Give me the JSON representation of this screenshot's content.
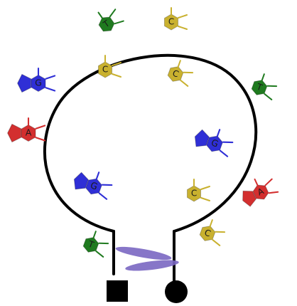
{
  "colors": {
    "background": "#ffffff",
    "loop_stroke": "#000000",
    "T": "#1f7a1f",
    "C": "#c9b12f",
    "G": "#2f2fd6",
    "A": "#d32f2f",
    "helix": "#7a67c2",
    "quencher": "#000000",
    "fluorophore": "#000000"
  },
  "bases": [
    {
      "letter": "T",
      "kind": "pyrimidine",
      "color_key": "T",
      "name": "base-t-top"
    },
    {
      "letter": "C",
      "kind": "pyrimidine",
      "color_key": "C",
      "name": "base-c-top-right"
    },
    {
      "letter": "G",
      "kind": "purine",
      "color_key": "G",
      "name": "base-g-left"
    },
    {
      "letter": "C",
      "kind": "pyrimidine",
      "color_key": "C",
      "name": "base-c-inner-left"
    },
    {
      "letter": "C",
      "kind": "pyrimidine",
      "color_key": "C",
      "name": "base-c-inner-mid"
    },
    {
      "letter": "T",
      "kind": "pyrimidine",
      "color_key": "T",
      "name": "base-t-right"
    },
    {
      "letter": "A",
      "kind": "purine",
      "color_key": "A",
      "name": "base-a-left"
    },
    {
      "letter": "G",
      "kind": "purine",
      "color_key": "G",
      "name": "base-g-inner-right"
    },
    {
      "letter": "G",
      "kind": "purine",
      "color_key": "G",
      "name": "base-g-inner-left"
    },
    {
      "letter": "C",
      "kind": "pyrimidine",
      "color_key": "C",
      "name": "base-c-inner-lower"
    },
    {
      "letter": "A",
      "kind": "purine",
      "color_key": "A",
      "name": "base-a-right"
    },
    {
      "letter": "C",
      "kind": "pyrimidine",
      "color_key": "C",
      "name": "base-c-lower-right"
    },
    {
      "letter": "T",
      "kind": "pyrimidine",
      "color_key": "T",
      "name": "base-t-lower-left"
    }
  ]
}
